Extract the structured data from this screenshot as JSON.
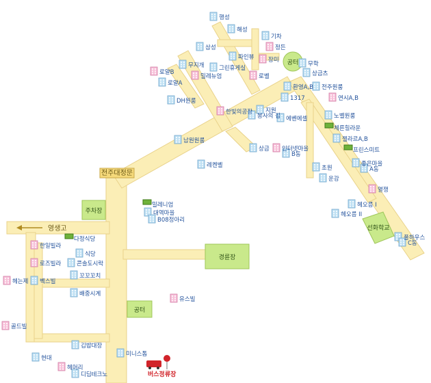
{
  "roads": {
    "gate_label": "전주대정문",
    "west_arrow_label": "영생고"
  },
  "parks": [
    {
      "key": "park_top",
      "label": "공터"
    },
    {
      "key": "park_parking",
      "label": "주차장"
    },
    {
      "key": "park_gyeongnyun",
      "label": "경륜장"
    },
    {
      "key": "park_gongteo2",
      "label": "공터"
    },
    {
      "key": "park_seonhwa",
      "label": "선화학교"
    }
  ],
  "labels": [
    {
      "key": "l_haeng",
      "text": "행성"
    },
    {
      "key": "l_haeseong",
      "text": "해성"
    },
    {
      "key": "l_gicha",
      "text": "기차"
    },
    {
      "key": "l_samseong",
      "text": "삼성"
    },
    {
      "key": "l_jeongdeun",
      "text": "정든"
    },
    {
      "key": "l_paein",
      "text": "파인뷰"
    },
    {
      "key": "l_jangmi",
      "text": "장미"
    },
    {
      "key": "l_mujigae",
      "text": "무지개"
    },
    {
      "key": "l_green",
      "text": "그린휴게실"
    },
    {
      "key": "l_romab",
      "text": "로얄B"
    },
    {
      "key": "l_millennium",
      "text": "밀레뉴엄"
    },
    {
      "key": "l_mudeok",
      "text": "무학"
    },
    {
      "key": "l_sanggeum",
      "text": "상금츠"
    },
    {
      "key": "l_roble",
      "text": "로벨"
    },
    {
      "key": "l_romaa",
      "text": "로얄A"
    },
    {
      "key": "l_hwangyeong",
      "text": "환영A,B"
    },
    {
      "key": "l_jeonju",
      "text": "전주원룸"
    },
    {
      "key": "l_dh",
      "text": "DH원룸"
    },
    {
      "key": "l_1317",
      "text": "1317"
    },
    {
      "key": "l_hanmaeum",
      "text": "한빛의공장"
    },
    {
      "key": "l_jiwon",
      "text": "지원"
    },
    {
      "key": "l_bongsa",
      "text": "봉사의 집"
    },
    {
      "key": "l_ebenezer",
      "text": "에벤에셀"
    },
    {
      "key": "l_yeonsiab",
      "text": "연시A,B"
    },
    {
      "key": "l_nohmil",
      "text": "노벨원룸"
    },
    {
      "key": "l_tenfall",
      "text": "체른힐라운"
    },
    {
      "key": "l_nambu",
      "text": "남원원룸"
    },
    {
      "key": "l_sanggeum2",
      "text": "상금"
    },
    {
      "key": "l_intercity",
      "text": "인터넷마을"
    },
    {
      "key": "l_bdong",
      "text": "B동"
    },
    {
      "key": "l_jellarab",
      "text": "젤라르A,B"
    },
    {
      "key": "l_prince",
      "text": "프린스미트"
    },
    {
      "key": "l_renbel",
      "text": "레켄벨"
    },
    {
      "key": "l_chowon",
      "text": "초원"
    },
    {
      "key": "l_joeun",
      "text": "좋은마을"
    },
    {
      "key": "l_adong",
      "text": "A동"
    },
    {
      "key": "l_eungang",
      "text": "운강"
    },
    {
      "key": "l_yeolgeo",
      "text": "열쟁"
    },
    {
      "key": "l_milleni",
      "text": "밀레니엄"
    },
    {
      "key": "l_daeyeok",
      "text": "대역마을"
    },
    {
      "key": "l_bo",
      "text": "B08정아리"
    },
    {
      "key": "l_hei1",
      "text": "헤오름 I"
    },
    {
      "key": "l_hei2",
      "text": "헤오름 II"
    },
    {
      "key": "l_dajeong",
      "text": "다정식당"
    },
    {
      "key": "l_hanil",
      "text": "한일빌라"
    },
    {
      "key": "l_pulhouse",
      "text": "풀하우스"
    },
    {
      "key": "l_cdong",
      "text": "C동"
    },
    {
      "key": "l_sikdang",
      "text": "식당"
    },
    {
      "key": "l_rose",
      "text": "로즈빌라"
    },
    {
      "key": "l_cheongdo",
      "text": "콘솔도시락"
    },
    {
      "key": "l_heyoungje",
      "text": "헤는제"
    },
    {
      "key": "l_gguo",
      "text": "꼬꼬꼬치"
    },
    {
      "key": "l_bexbil",
      "text": "벡스빌"
    },
    {
      "key": "l_baedal",
      "text": "배중시계"
    },
    {
      "key": "l_usu",
      "text": "유스빌"
    },
    {
      "key": "l_goldbil",
      "text": "골드빌"
    },
    {
      "key": "l_gimbap",
      "text": "김밥대장"
    },
    {
      "key": "l_minisub",
      "text": "미니스톱"
    },
    {
      "key": "l_hyeondae",
      "text": "현대"
    },
    {
      "key": "l_hemari",
      "text": "헤머리"
    },
    {
      "key": "l_ditec",
      "text": "디딤테크노"
    }
  ],
  "bus_stop": {
    "label": "버스정류장"
  },
  "colors": {
    "road": "#fbeeb6",
    "park": "#c9e98b",
    "label_blue": "#1f4f9a",
    "bus_red": "#d1242a"
  }
}
